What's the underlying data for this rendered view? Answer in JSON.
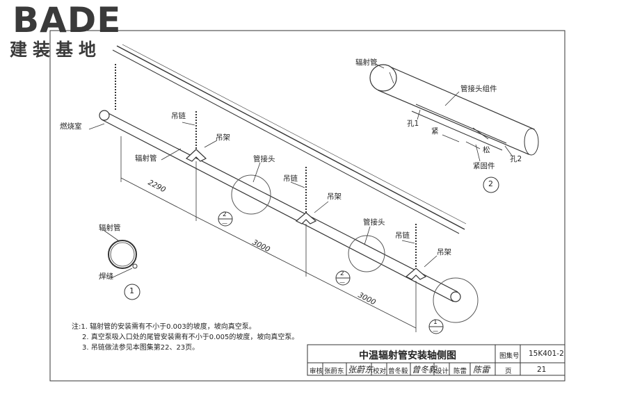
{
  "logo": {
    "word": "BADE",
    "subtitle": "建装基地"
  },
  "labels": {
    "burner": "燃烧室",
    "radiant_tube_main": "辐射管",
    "radiant_tube_detail1": "辐射管",
    "radiant_tube_detail2": "辐射管",
    "weld": "焊缝",
    "chain1": "吊链",
    "chain2": "吊链",
    "chain3": "吊链",
    "hanger1": "吊架",
    "hanger2": "吊架",
    "hanger3": "吊架",
    "joint1": "管接头",
    "joint2": "管接头",
    "joint_assembly": "管接头组件",
    "hole1": "孔1",
    "hole2": "孔2",
    "tighten": "紧",
    "loosen": "松",
    "fastener": "紧固件"
  },
  "dimensions": [
    "2290",
    "3000",
    "3000"
  ],
  "callouts": {
    "detail1": "1",
    "detail2": "2",
    "ref2a_top": "2",
    "ref2a_bottom": "—",
    "ref2b_top": "2",
    "ref2b_bottom": "—",
    "ref1_top": "1",
    "ref1_bottom": "—"
  },
  "notes": [
    "注:1. 辐射管的安装需有不小于0.003的坡度，坡向真空泵。",
    "2. 真空泵吸入口处的尾管安装需有不小于0.005的坡度，坡向真空泵。",
    "3. 吊链做法参见本图集第22、23页。"
  ],
  "title_block": {
    "title": "中温辐射管安装轴侧图",
    "atlas_label": "图集号",
    "atlas_no": "15K401-2",
    "review_label": "审核",
    "reviewer": "张蔚东",
    "reviewer_sign": "张蔚东",
    "check_label": "校对",
    "checker": "曾冬毅",
    "checker_sign": "曾冬毅",
    "design_label": "设计",
    "designer": "陈雷",
    "designer_sign": "陈雷",
    "page_label": "页",
    "page_no": "21"
  }
}
